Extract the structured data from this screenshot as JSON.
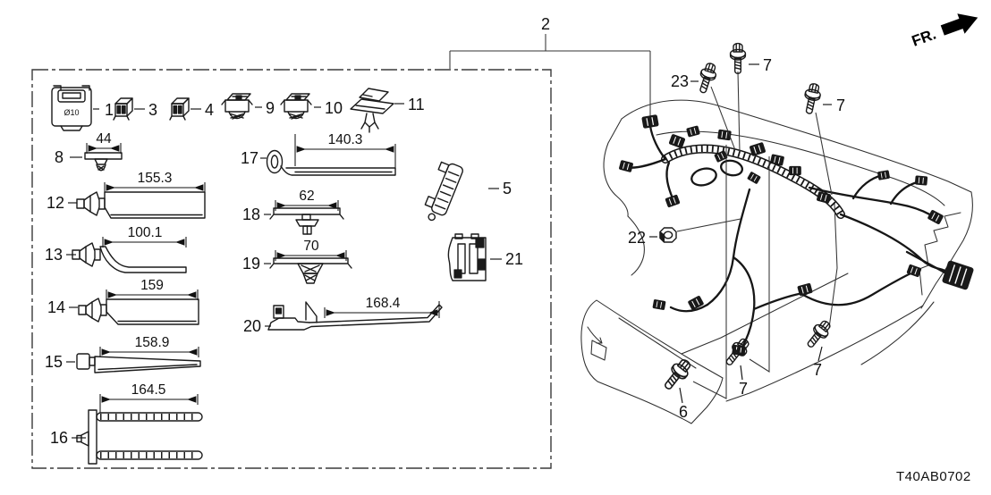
{
  "annotations": {
    "direction": "FR.",
    "diagram_code": "T40AB0702"
  },
  "harness": {
    "callout": "2"
  },
  "parts": {
    "clips_row": [
      {
        "label": "1",
        "marking": "Ø10"
      },
      {
        "label": "3"
      },
      {
        "label": "4"
      },
      {
        "label": "9"
      },
      {
        "label": "10"
      },
      {
        "label": "11"
      }
    ],
    "dimensioned": [
      {
        "label": "8",
        "dim": "44"
      },
      {
        "label": "12",
        "dim": "155.3"
      },
      {
        "label": "13",
        "dim": "100.1"
      },
      {
        "label": "14",
        "dim": "159"
      },
      {
        "label": "15",
        "dim": "158.9"
      },
      {
        "label": "16",
        "dim": "164.5"
      },
      {
        "label": "17",
        "dim": "140.3"
      },
      {
        "label": "18",
        "dim": "62"
      },
      {
        "label": "19",
        "dim": "70"
      },
      {
        "label": "20",
        "dim": "168.4"
      }
    ],
    "bracket": {
      "label": "5"
    },
    "connector_box": {
      "label": "21"
    }
  },
  "fasteners": {
    "bolt_23": {
      "label": "23"
    },
    "bolt_7_top": {
      "label": "7"
    },
    "bolt_7_right": {
      "label": "7"
    },
    "bolt_7_lower_right": {
      "label": "7"
    },
    "bolt_7_lower_mid": {
      "label": "7"
    },
    "bolt_6": {
      "label": "6"
    },
    "nut_22": {
      "label": "22"
    }
  }
}
